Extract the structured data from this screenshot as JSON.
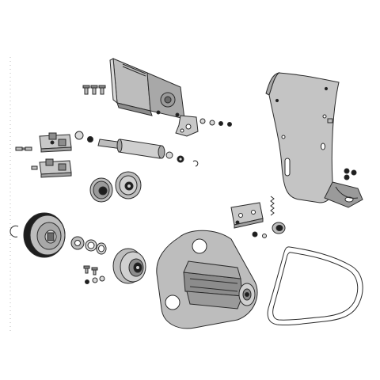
{
  "diagram": {
    "type": "exploded-parts-view",
    "colors": {
      "line": "#2b2b2b",
      "part_fill": "#bdbdbd",
      "part_light": "#d9d9d9",
      "part_dark": "#8c8c8c",
      "part_black": "#1e1e1e",
      "background": "#ffffff",
      "guide_dots": "#b8b8b8"
    },
    "parts": [
      {
        "id": "hopper-plate",
        "icon": "bent-bracket-plate"
      },
      {
        "id": "plate-screws",
        "icon": "screw-set"
      },
      {
        "id": "small-bracket",
        "icon": "angle-bracket"
      },
      {
        "id": "small-nuts-top",
        "icon": "washer-nut-set"
      },
      {
        "id": "cover-shroud",
        "icon": "curved-cover"
      },
      {
        "id": "shroud-nuts",
        "icon": "nut-set"
      },
      {
        "id": "bearing-block-upper",
        "icon": "bearing-block"
      },
      {
        "id": "bearing-block-lower",
        "icon": "bearing-block"
      },
      {
        "id": "block-bolts",
        "icon": "bolt-set"
      },
      {
        "id": "roller-shaft",
        "icon": "shaft-roller"
      },
      {
        "id": "shaft-clip",
        "icon": "circlip"
      },
      {
        "id": "small-pulley-pair",
        "icon": "pulley-pair"
      },
      {
        "id": "large-pulley",
        "icon": "large-pulley"
      },
      {
        "id": "retaining-clip",
        "icon": "c-clip"
      },
      {
        "id": "washers",
        "icon": "washer-set"
      },
      {
        "id": "hub-pulley",
        "icon": "hub-pulley"
      },
      {
        "id": "hub-screws",
        "icon": "screw-set"
      },
      {
        "id": "motor-mount-plate",
        "icon": "mount-plate"
      },
      {
        "id": "tensioner-bracket",
        "icon": "tension-bracket"
      },
      {
        "id": "tension-spring",
        "icon": "spring"
      },
      {
        "id": "idler-pulley",
        "icon": "idler"
      },
      {
        "id": "drive-belt",
        "icon": "v-belt"
      }
    ]
  }
}
